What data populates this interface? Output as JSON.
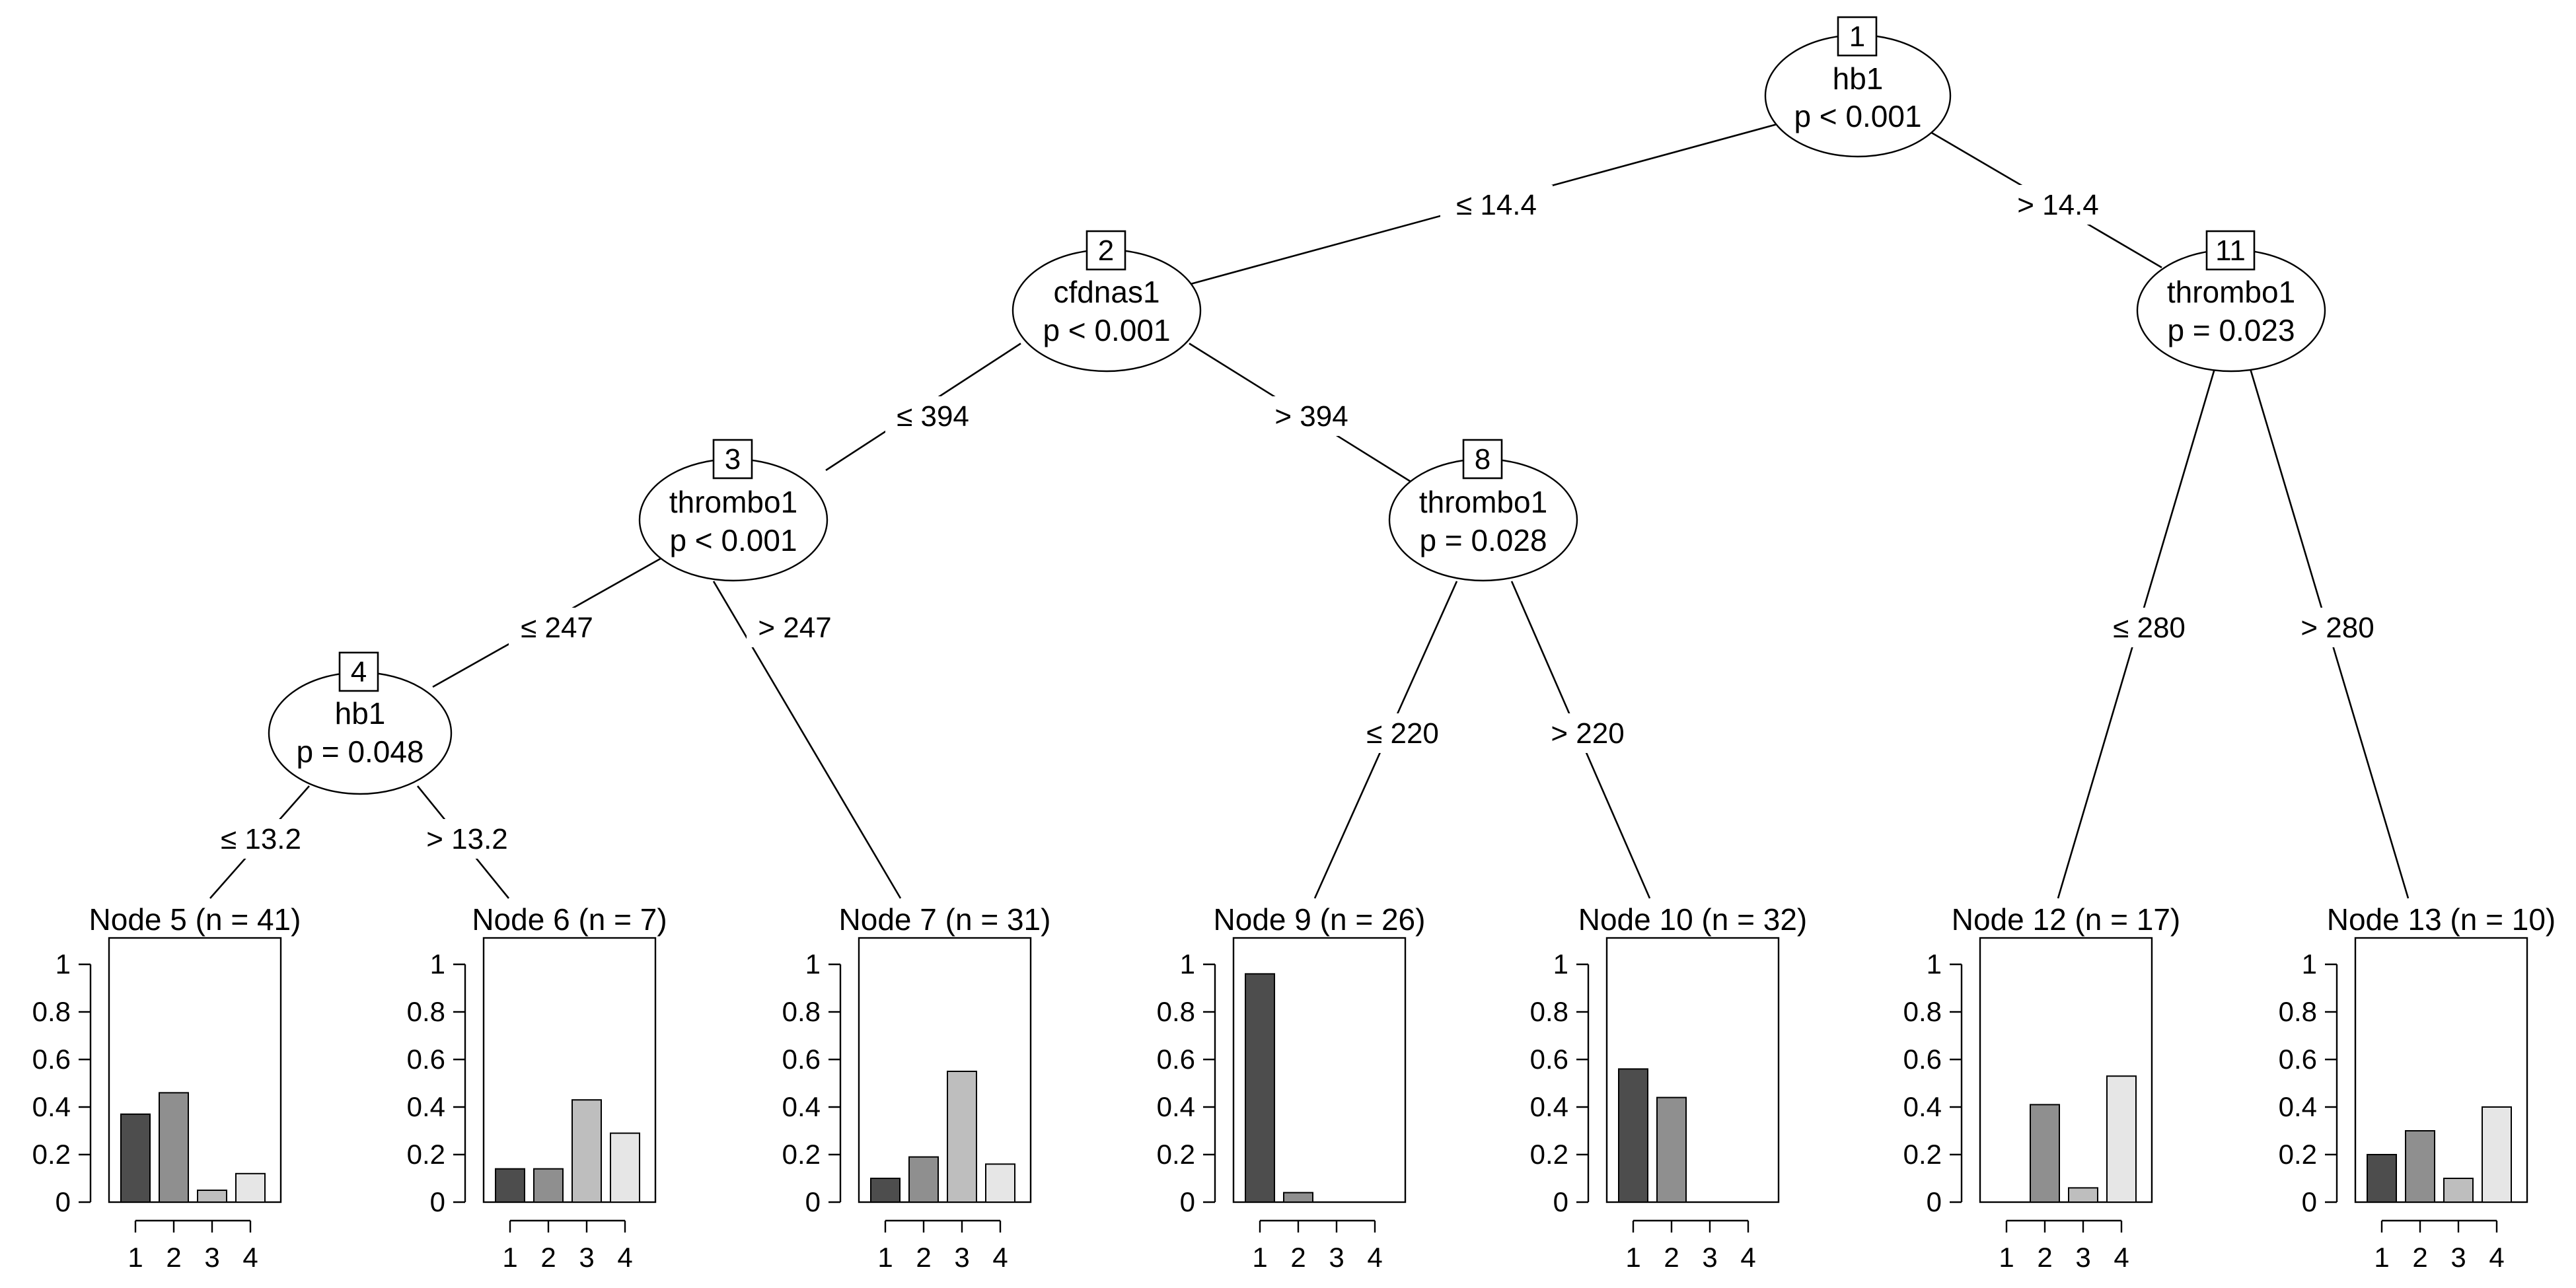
{
  "colors": {
    "cat1": "#4d4d4d",
    "cat2": "#8f8f8f",
    "cat3": "#bebebe",
    "cat4": "#e6e6e6"
  },
  "y_ticks": [
    "0",
    "0.2",
    "0.4",
    "0.6",
    "0.8",
    "1"
  ],
  "x_ticks": [
    "1",
    "2",
    "3",
    "4"
  ],
  "inner_nodes": [
    {
      "id": "1",
      "var": "hb1",
      "p": "p < 0.001"
    },
    {
      "id": "2",
      "var": "cfdnas1",
      "p": "p < 0.001"
    },
    {
      "id": "3",
      "var": "thrombo1",
      "p": "p < 0.001"
    },
    {
      "id": "4",
      "var": "hb1",
      "p": "p = 0.048"
    },
    {
      "id": "8",
      "var": "thrombo1",
      "p": "p = 0.028"
    },
    {
      "id": "11",
      "var": "thrombo1",
      "p": "p = 0.023"
    }
  ],
  "edge_labels": [
    "≤ 14.4",
    "> 14.4",
    "≤ 394",
    "> 394",
    "≤ 247",
    "> 247",
    "≤ 13.2",
    "> 13.2",
    "≤ 220",
    "> 220",
    "≤ 280",
    "> 280"
  ],
  "terminal_nodes": [
    {
      "title": "Node 5 (n = 41)",
      "values": [
        0.37,
        0.46,
        0.05,
        0.12
      ]
    },
    {
      "title": "Node 6 (n = 7)",
      "values": [
        0.14,
        0.14,
        0.43,
        0.29
      ]
    },
    {
      "title": "Node 7 (n = 31)",
      "values": [
        0.1,
        0.19,
        0.55,
        0.16
      ]
    },
    {
      "title": "Node 9 (n = 26)",
      "values": [
        0.96,
        0.04,
        0.0,
        0.0
      ]
    },
    {
      "title": "Node 10 (n = 32)",
      "values": [
        0.56,
        0.44,
        0.0,
        0.0
      ]
    },
    {
      "title": "Node 12 (n = 17)",
      "values": [
        0.0,
        0.41,
        0.06,
        0.53
      ]
    },
    {
      "title": "Node 13 (n = 10)",
      "values": [
        0.2,
        0.3,
        0.1,
        0.4
      ]
    }
  ]
}
